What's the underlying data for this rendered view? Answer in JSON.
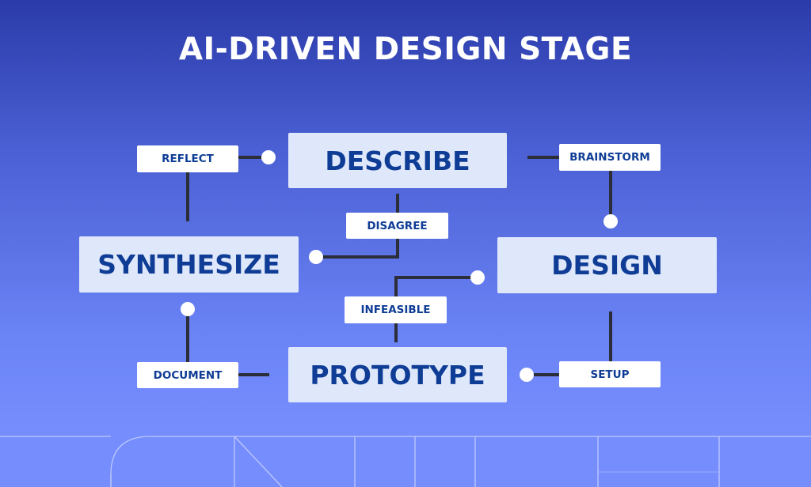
{
  "title": "AI-DRIVEN DESIGN STAGE",
  "stages": {
    "describe": "DESCRIBE",
    "synthesize": "SYNTHESIZE",
    "design": "DESIGN",
    "prototype": "PROTOTYPE"
  },
  "transitions": {
    "reflect": "REFLECT",
    "brainstorm": "BRAINSTORM",
    "disagree": "DISAGREE",
    "infeasible": "INFEASIBLE",
    "document": "DOCUMENT",
    "setup": "SETUP"
  },
  "colors": {
    "stage_bg": "#dfe8fb",
    "text": "#0f3d96",
    "connector": "#2b2d38"
  }
}
